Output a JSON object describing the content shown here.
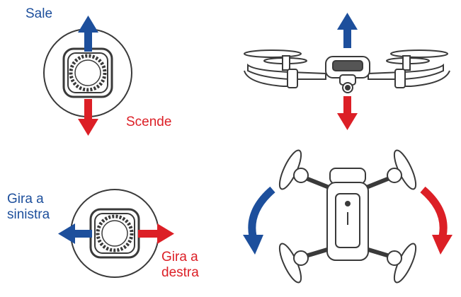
{
  "labels": {
    "up": "Sale",
    "down": "Scende",
    "left": "Gira a\nsinistra",
    "right": "Gira a\ndestra"
  },
  "colors": {
    "blue": "#1d4f9c",
    "red": "#dc1f26",
    "line": "#3a3a3a"
  },
  "icons": {
    "joystick_vertical": "joystick-icon",
    "joystick_horizontal": "joystick-icon",
    "drone_side": "drone-side-view-icon",
    "drone_top": "drone-top-view-icon"
  }
}
